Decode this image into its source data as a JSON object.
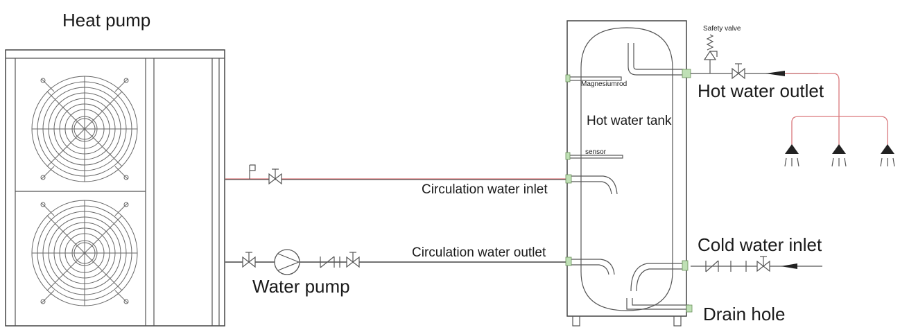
{
  "labels": {
    "heat_pump": "Heat pump",
    "safety_valve": "Safety valve",
    "magnesium_rod": "Magnesiumrod",
    "hot_water_outlet": "Hot water outlet",
    "hot_water_tank": "Hot water tank",
    "sensor": "sensor",
    "circulation_inlet": "Circulation water inlet",
    "circulation_outlet": "Circulation water outlet",
    "water_pump": "Water pump",
    "cold_water_inlet": "Cold water inlet",
    "drain_hole": "Drain hole"
  },
  "colors": {
    "hot_pipe": "#d9777b",
    "line": "#555555",
    "fitting": "#bfe0b5"
  },
  "icons": [
    "fan-icon",
    "gate-valve-icon",
    "check-valve-icon",
    "pump-icon",
    "shower-head-icon",
    "flow-arrow-icon"
  ]
}
